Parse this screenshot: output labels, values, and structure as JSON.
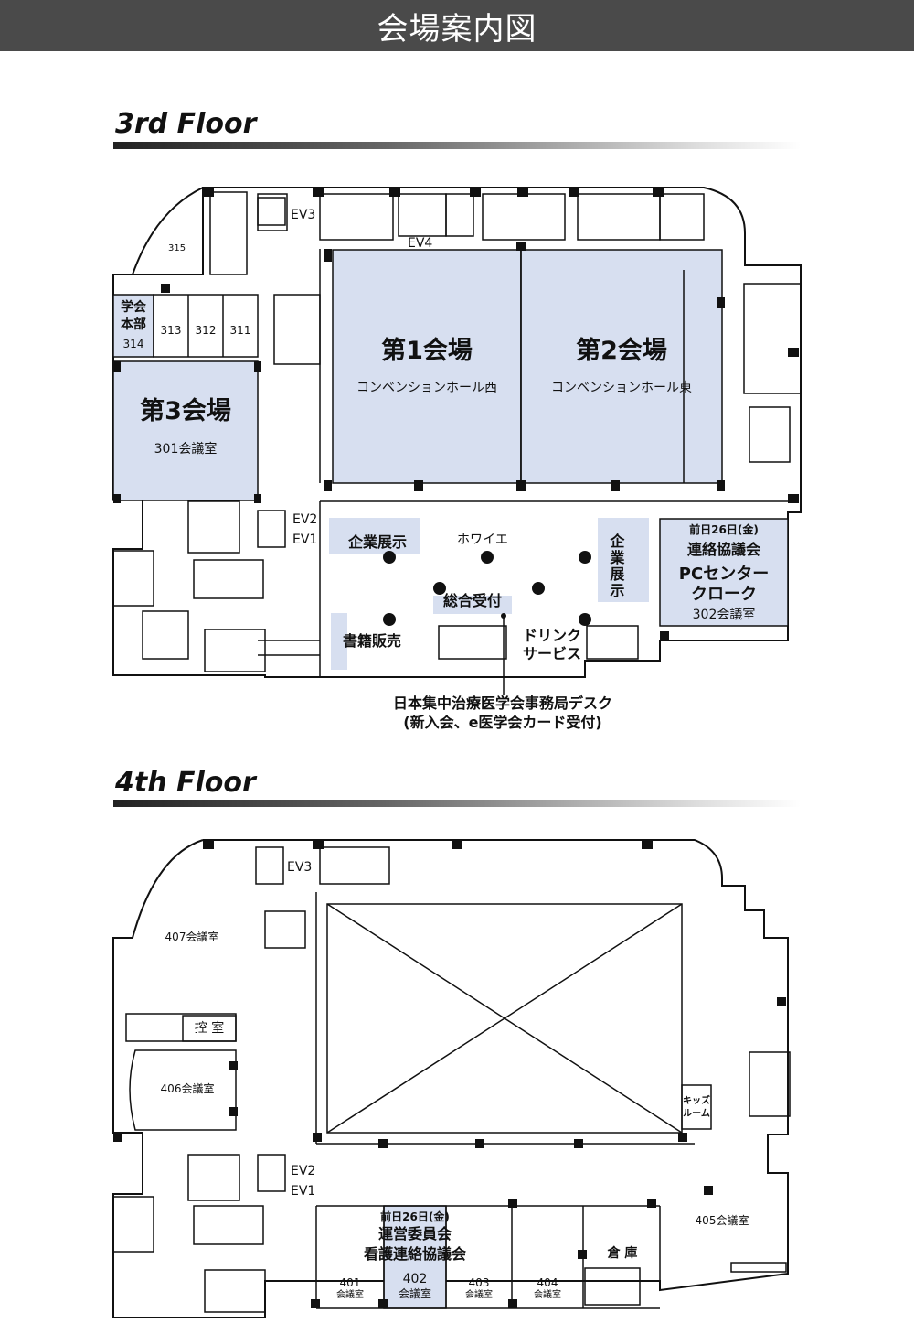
{
  "page_title": "会場案内図",
  "floor3": {
    "heading": "3rd Floor",
    "hall1": {
      "name": "第1会場",
      "sub": "コンベンションホール西"
    },
    "hall2": {
      "name": "第2会場",
      "sub": "コンベンションホール東"
    },
    "hall3": {
      "name": "第3会場",
      "sub": "301会議室"
    },
    "hq": {
      "line1": "学会",
      "line2": "本部",
      "room": "314"
    },
    "rooms": [
      "313",
      "312",
      "311",
      "315"
    ],
    "ev": [
      "EV3",
      "EV4",
      "EV2",
      "EV1"
    ],
    "foyer": "ホワイエ",
    "exhibit_left": "企業展示",
    "exhibit_right": "企業展示",
    "reception": "総合受付",
    "books": "書籍販売",
    "drink": {
      "line1": "ドリンク",
      "line2": "サービス"
    },
    "pc": {
      "note": "前日26日(金)",
      "meeting": "連絡協議会",
      "line1": "PCセンター",
      "line2": "クローク",
      "room": "302会議室"
    },
    "desk": {
      "line1": "日本集中治療医学会事務局デスク",
      "line2": "(新入会、e医学会カード受付)"
    }
  },
  "floor4": {
    "heading": "4th Floor",
    "ev": [
      "EV3",
      "EV2",
      "EV1"
    ],
    "room407": "407会議室",
    "hikae": "控 室",
    "room406": "406会議室",
    "kids": {
      "line1": "キッズ",
      "line2": "ルーム"
    },
    "room405": "405会議室",
    "souko": "倉 庫",
    "meeting": {
      "note": "前日26日(金)",
      "line1": "運営委員会",
      "line2": "看護連絡協議会"
    },
    "room401": {
      "num": "401",
      "name": "会議室"
    },
    "room402": {
      "num": "402",
      "name": "会議室"
    },
    "room403": {
      "num": "403",
      "name": "会議室"
    },
    "room404": {
      "num": "404",
      "name": "会議室"
    }
  },
  "colors": {
    "highlight": "#d7dff0",
    "header": "#4a4a4a",
    "wall": "#111111"
  }
}
